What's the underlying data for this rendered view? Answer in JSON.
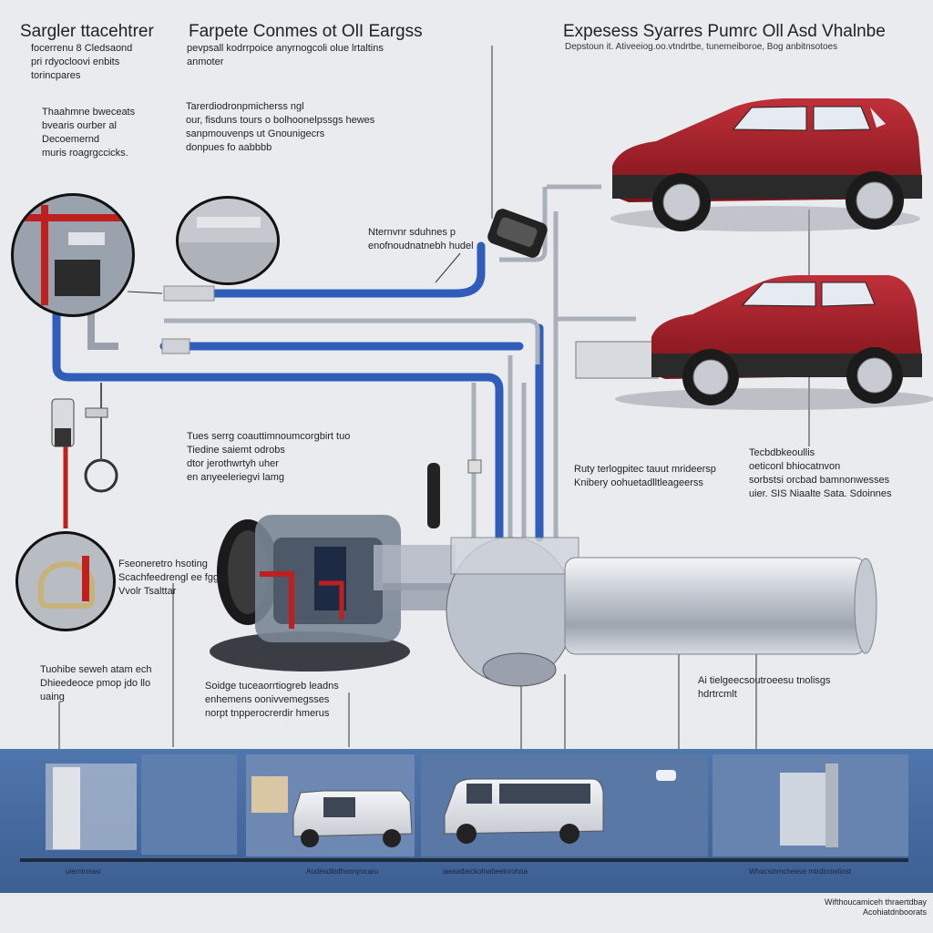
{
  "titles": {
    "left": "Sargler ttacehtrer",
    "center": "Farpete Conmes ot OlI Eargss",
    "right": "Expesess Syarres Pumrc Oll Asd Vhalnbe"
  },
  "subtitles": {
    "left": "focerrenu 8 Cledsaond\npri rdyocloovi enbits\ntorincpares",
    "center": "pevpsall kodrrpoice anyrnogcoli olue lrtaltins\nanmoter",
    "right": "Depstoun it. Ativeeiog.oo.vtndrtbe, tunemeiboroe, Bog anbitnsotoes"
  },
  "notes": {
    "left_top": "Thaahmne bweceats\nbvearis ourber al\nDecoemernd\nmuris roagrgccicks.",
    "center_top": "Tarerdiodronpmicherss ngl\nour, fisduns tours o bolhoonelpssgs hewes\nsanpmouvenps ut Gnounigecrs\ndonpues fo aabbbb",
    "pipe_label": "Nternvnr sduhnes p\nenofnoudnatnebh hudel",
    "middle": "Tues serrg coauttimnoumcorgbirt tuo\nTiedine saiemt odrobs\ndtor jerothwrtyh uher\nen anyeeleriegvi lamg",
    "right_mid": "Ruty terlogpitec tauut mrideersp\nKnibery oohuetadlltleageerss",
    "far_right": "Tecbdbkeoullis\noeticonl bhiocatnvon\nsorbstsi orcbad bamnonwesses\nuier. SIS Niaalte Sata. Sdoinnes",
    "left_mid": "Fseoneretro hsoting\nScachfeedrengl ee fgges\nVvolr Tsalttar",
    "bottom_left": "Tuohibe seweh atam ech\nDhieedeoce pmop jdo llo\nuaing",
    "bottom_center": "Soidge tuceaorrtiogreb leadns\nenhemens oonivvemegsses\nnorpt tnpperocrerdir hmerus",
    "bottom_right": "Ai tielgeecsoutroeesu tnolisgs\nhdrtrcmlt"
  },
  "panel_captions": [
    "uierninnasi",
    "Aodesdibdhsnnyocaru",
    "iaesatbeckolnatieelnrohna",
    "Whocsinmcheeve mtrdicnwtinst"
  ],
  "footer": "Wifthoucamiceh thraertdbay\nAcohiatdnboorats",
  "colors": {
    "oil_red": "#c01f1f",
    "pipe_blue": "#2f5db9",
    "car_red": "#a31c26",
    "band_blue": "#4d73a8",
    "steel": "#b8bec8"
  }
}
